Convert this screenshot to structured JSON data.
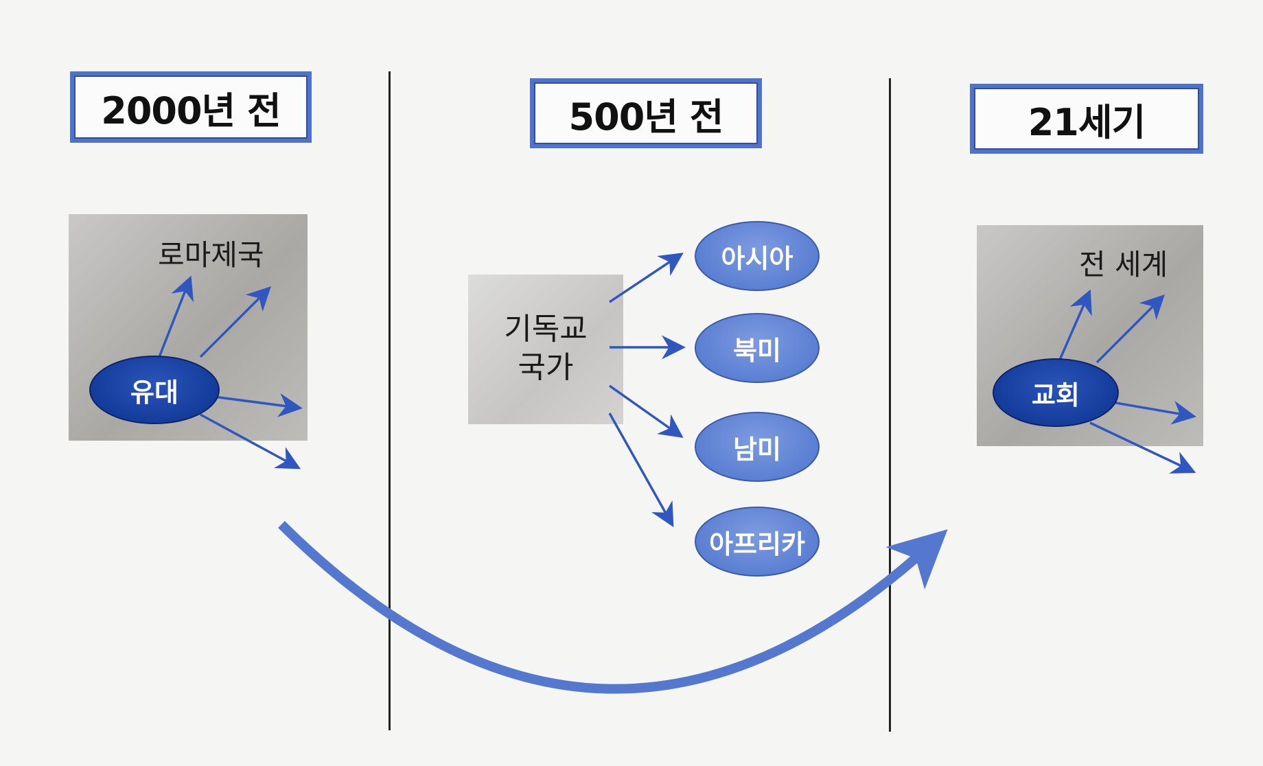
{
  "periods": [
    {
      "id": "p1",
      "header": "2000년 전",
      "source": "유대",
      "target": "로마제국"
    },
    {
      "id": "p2",
      "header": "500년 전",
      "source_line1": "기독교",
      "source_line2": "국가",
      "targets": [
        "아시아",
        "북미",
        "남미",
        "아프리카"
      ]
    },
    {
      "id": "p3",
      "header": "21세기",
      "source": "교회",
      "target": "전 세계"
    }
  ],
  "colors": {
    "header_border": "#4e73c9",
    "dark_oval": "#143c9c",
    "light_oval": "#5b7fd2",
    "arrow_blue": "#3b63c4",
    "curve_blue": "#5578cf"
  }
}
